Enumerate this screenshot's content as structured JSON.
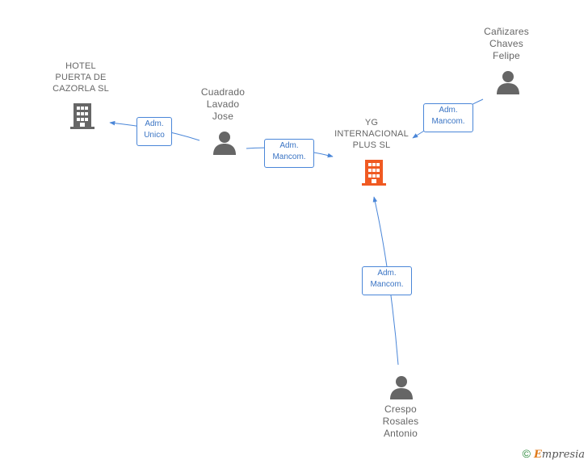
{
  "nodes": {
    "hotel": {
      "lines": [
        "HOTEL",
        "PUERTA DE",
        "CAZORLA SL"
      ],
      "type": "company",
      "color": "#666666"
    },
    "cuadrado": {
      "lines": [
        "Cuadrado",
        "Lavado",
        "Jose"
      ],
      "type": "person",
      "color": "#666666"
    },
    "yg": {
      "lines": [
        "YG",
        "INTERNACIONAL",
        "PLUS SL"
      ],
      "type": "company",
      "color": "#f05a22"
    },
    "canizares": {
      "lines": [
        "Cañizares",
        "Chaves",
        "Felipe"
      ],
      "type": "person",
      "color": "#666666"
    },
    "crespo": {
      "lines": [
        "Crespo",
        "Rosales",
        "Antonio"
      ],
      "type": "person",
      "color": "#666666"
    }
  },
  "edges": {
    "cuadrado_hotel": {
      "lines": [
        "Adm.",
        "Unico"
      ]
    },
    "cuadrado_yg": {
      "lines": [
        "Adm.",
        "Mancom."
      ]
    },
    "canizares_yg": {
      "lines": [
        "Adm.",
        "Mancom."
      ]
    },
    "crespo_yg": {
      "lines": [
        "Adm.",
        "Mancom."
      ]
    }
  },
  "edge_color": "#4a86d8",
  "footer": {
    "copyright": "©",
    "brand_first": "E",
    "brand_rest": "mpresia"
  }
}
